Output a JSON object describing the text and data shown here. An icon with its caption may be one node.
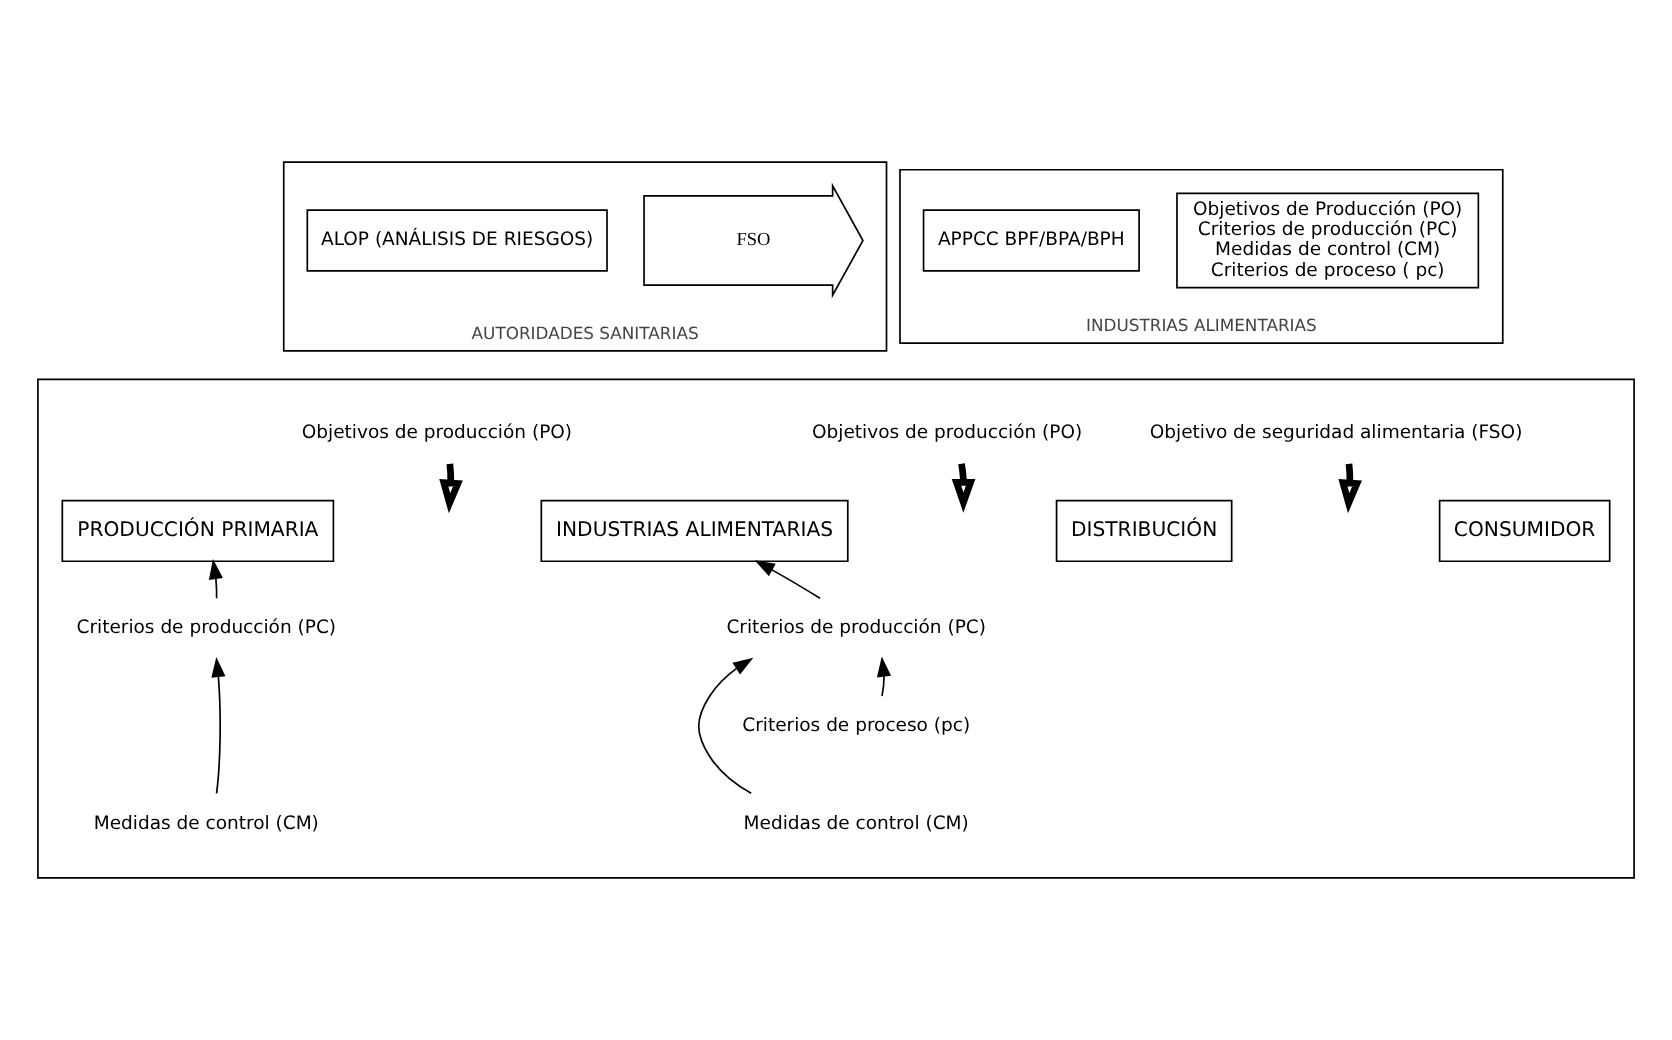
{
  "diagram": {
    "nodes": [
      {
        "text": [
          "AUTORIDADES SANITARIAS"
        ]
      },
      {
        "text": [
          "ALOP (ANÁLISIS DE RIESGOS)"
        ],
        "in": 0
      },
      {
        "text": [
          "FSO"
        ],
        "in": 0
      },
      {
        "text": [
          "INDUSTRIAS ALIMENTARIAS"
        ]
      },
      {
        "text": [
          "APPCC BPF/BPA/BPH"
        ],
        "in": 3
      },
      {
        "text": [
          "Objetivos de Producción (PO)",
          "Criterios de producción (PC)",
          "Medidas de control (CM)",
          "Criterios de proceso ( pc)"
        ],
        "in": 3
      },
      {
        "text": [],
        "shape": "box"
      },
      {
        "text": [
          "Objetivos de producción (PO)"
        ],
        "in": 6
      },
      {
        "text": [
          "PRODUCCIÓN PRIMARIA"
        ],
        "in": 6
      },
      {
        "text": [
          "INDUSTRIAS ALIMENTARIAS"
        ],
        "in": 6
      },
      {
        "text": [
          "Objetivos de producción (PO)"
        ],
        "in": 6
      },
      {
        "text": [
          "DISTRIBUCIÓN"
        ],
        "in": 6
      },
      {
        "text": [
          "Objetivo de seguridad alimentaria (FSO)"
        ],
        "in": 6
      },
      {
        "text": [
          "CONSUMIDOR"
        ],
        "in": 6
      },
      {
        "text": [
          "Criterios de producción (PC)"
        ],
        "in": 6
      },
      {
        "text": [
          "Medidas de control (CM)"
        ],
        "in": 6
      },
      {
        "text": [
          "Criterios de producción (PC)"
        ],
        "in": 6
      },
      {
        "text": [
          "Criterios de proceso (pc)"
        ],
        "in": 6
      },
      {
        "text": [
          "Medidas de control (CM)"
        ],
        "in": 6
      }
    ],
    "edges": [
      {
        "from": 7,
        "to": null,
        "arrow": "to",
        "style": "thick"
      },
      {
        "from": 10,
        "to": null,
        "arrow": "to",
        "style": "thick"
      },
      {
        "from": 12,
        "to": null,
        "arrow": "to",
        "style": "thick"
      },
      {
        "from": 14,
        "to": 8,
        "arrow": "to"
      },
      {
        "from": 15,
        "to": 14,
        "arrow": "to"
      },
      {
        "from": 16,
        "to": 9,
        "arrow": "to"
      },
      {
        "from": 18,
        "to": 16,
        "arrow": "to"
      },
      {
        "from": 17,
        "to": 16,
        "arrow": "to"
      }
    ]
  }
}
